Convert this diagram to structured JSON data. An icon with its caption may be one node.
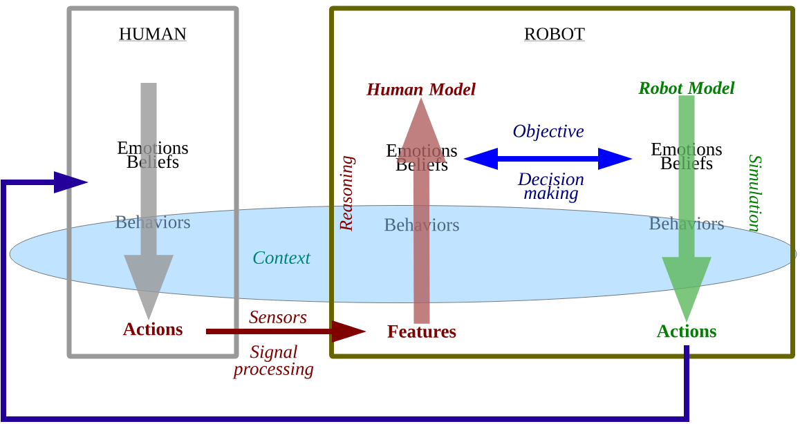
{
  "diagram": {
    "nodes": [
      {
        "text": [
          "HUMAN"
        ]
      },
      {
        "text": [
          "ROBOT"
        ]
      },
      {
        "text": [
          "Context"
        ]
      },
      {
        "text": [
          "Emotions Beliefs"
        ],
        "in": 0
      },
      {
        "text": [
          "Behaviors"
        ]
      },
      {
        "text": [
          "Actions"
        ],
        "in": 0
      },
      {
        "text": [
          "Human Model"
        ],
        "in": 1
      },
      {
        "text": [
          "Emotions Beliefs"
        ],
        "in": 1
      },
      {
        "text": [
          "Behaviors"
        ]
      },
      {
        "text": [
          "Features"
        ],
        "in": 1
      },
      {
        "text": [
          "Robot Model"
        ],
        "in": 1
      },
      {
        "text": [
          "Emotions Beliefs"
        ],
        "in": 1
      },
      {
        "text": [
          "Behaviors"
        ]
      },
      {
        "text": [
          "Actions"
        ],
        "in": 1
      }
    ],
    "edges": [
      {
        "from": 3,
        "to": 5,
        "arrow": "to",
        "style": "thick",
        "color": "#999999"
      },
      {
        "from": 9,
        "to": 6,
        "arrow": "to",
        "style": "thick",
        "color": "#b06060"
      },
      {
        "from": 10,
        "to": 13,
        "arrow": "to",
        "style": "thick",
        "color": "#5cb85c"
      },
      {
        "from": 5,
        "to": 9,
        "arrow": "to",
        "label": "Sensors",
        "color": "#800000"
      },
      {
        "from": 7,
        "to": 11,
        "arrow": "both",
        "label": "Objective",
        "color": "#0000ff"
      },
      {
        "from": 13,
        "to": 3,
        "arrow": "to",
        "color": "#220099"
      }
    ],
    "labels": [
      "Reasoning",
      "Decision making",
      "Simulation",
      "Signal processing"
    ]
  }
}
